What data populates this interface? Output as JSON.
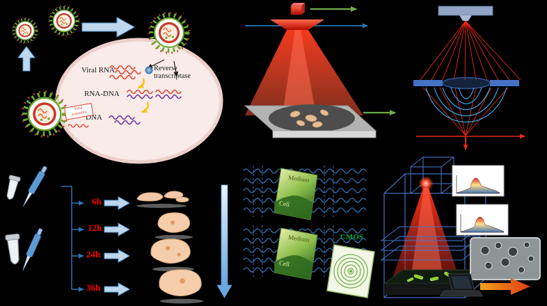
{
  "figure": {
    "background": "#000000",
    "panels": {
      "viral_replication": {
        "viral_rna_label": "Viral RNA",
        "reverse_transcriptase_label": "Reverse transcriptase",
        "rna_dna_label": "RNA-DNA",
        "dna_label": "DNA",
        "viral_assembly_label": "Viral assembly"
      },
      "culture_timeline": {
        "timepoints": [
          "6h",
          "12h",
          "24h",
          "36h"
        ]
      },
      "inline_holography": {
        "slide1": {
          "medium_label": "Medium",
          "cell_label": "Cell"
        },
        "slide2": {
          "medium_label": "Medium",
          "cell_label": "Cell"
        },
        "sensor_label": "CMOS"
      }
    },
    "colors": {
      "beam_red": "#e8281e",
      "virus_spike_green": "#6aa832",
      "virus_core_red": "#c73a2e",
      "host_cell_pink": "#f8ebe8",
      "arrow_fill_blue": "#bdd7ee",
      "arrow_stroke_blue": "#5b9bd5",
      "arrow_green": "#70ad47",
      "timepoint_red": "#ff0000",
      "wave_blue": "#2e75b6",
      "cmos_green": "#00b050",
      "cell_blob_tan": "#f2c9a8",
      "fluorescent_cell_green": "#8cd42a",
      "result_arrow_orange": "#e8641b"
    }
  }
}
